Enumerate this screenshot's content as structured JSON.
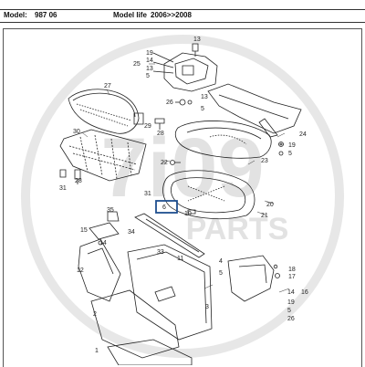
{
  "header": {
    "model_label": "Model:",
    "model_value": "987 06",
    "life_label": "Model life",
    "life_value": "2006>>2008"
  },
  "watermark": {
    "big": "7i09",
    "small": "PARTS"
  },
  "callouts": {
    "n1": "1",
    "n2": "2",
    "n3": "3",
    "n4": "4",
    "n5": "5",
    "n5b": "5",
    "n5c": "5",
    "n5d": "5",
    "n6": "6",
    "n10": "10",
    "n11": "11",
    "n12": "12",
    "n13": "13",
    "n13b": "13",
    "n13c": "13",
    "n14": "14",
    "n14b": "14",
    "n15": "15",
    "n16": "16",
    "n17": "17",
    "n18": "18",
    "n19": "19",
    "n19b": "19",
    "n19c": "19",
    "n20": "20",
    "n21": "21",
    "n22": "22",
    "n23": "23",
    "n24": "24",
    "n25": "25",
    "n26": "26",
    "n26b": "26",
    "n27": "27",
    "n28": "28",
    "n28b": "28",
    "n29": "29",
    "n30": "30",
    "n31": "31",
    "n31b": "31",
    "n33": "33",
    "n34": "34",
    "n35": "35"
  },
  "colors": {
    "line": "#222222",
    "highlight_box": "#1f4f8f",
    "watermark": "#bfbfbf"
  }
}
